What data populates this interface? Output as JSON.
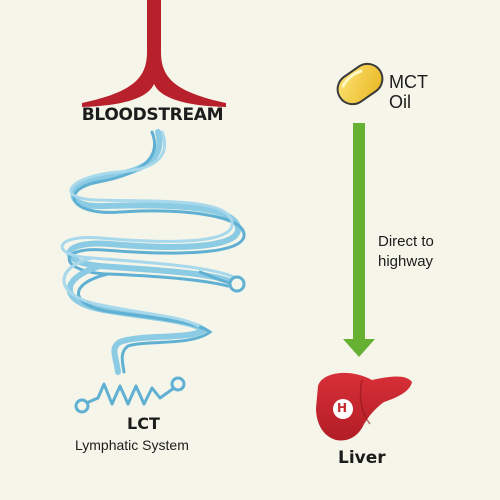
{
  "bloodstream": {
    "label": "BLOODSTREAM"
  },
  "mct": {
    "line1": "MCT",
    "line2": "Oil"
  },
  "arrow": {
    "line1": "Direct to",
    "line2": "highway"
  },
  "lct": {
    "title": "LCT",
    "subtitle": "Lymphatic System"
  },
  "liver": {
    "label": "Liver",
    "badge": "H"
  },
  "colors": {
    "background": "#f6f5ea",
    "vessel": "#b8212b",
    "lymph": "#8ccbe4",
    "lymph_dark": "#5fb0d2",
    "arrow": "#66b032",
    "capsule": "#f3cf3a",
    "liver": "#c9272e"
  },
  "icons": [
    "blood-vessel-icon",
    "capsule-icon",
    "lymph-vessel-icon",
    "liver-icon"
  ]
}
